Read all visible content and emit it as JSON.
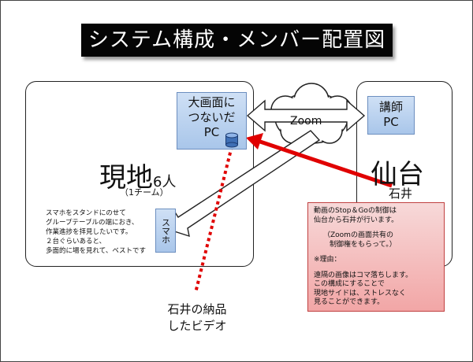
{
  "title": "システム構成・メンバー配置図",
  "genchi": {
    "name": "現地",
    "count": "6人",
    "team": "（1チーム）",
    "pc_lines": [
      "大画面に",
      "つないだ",
      "PC"
    ],
    "smartphone": "スマホ",
    "note_lines": [
      "スマホをスタンドにのせて",
      "グループテーブルの端におき、",
      "作業進捗を拝見したいです。",
      "２台ぐらいあると、",
      "多面的に場を見れて、ベストです"
    ]
  },
  "sendai": {
    "name": "仙台",
    "pc_lines": [
      "講師",
      "PC"
    ],
    "person": "石井"
  },
  "zoom_label": "Zoom",
  "control_note": {
    "line1": "動画のStop＆Goの制御は",
    "line2": "仙台から石井が行います。",
    "line3": "（Zoomの画面共有の",
    "line4": "制御権をもらって。）",
    "line5": "※理由：",
    "line6": "遠隔の画像はコマ落ちします。",
    "line7": "この構成にすることで",
    "line8": "現地サイドは、ストレスなく",
    "line9": "見ることができます。"
  },
  "video_label_lines": [
    "石井の納品",
    "したビデオ"
  ],
  "colors": {
    "accent_red": "#e00000",
    "box_blue": "#a9c6ea",
    "note_pink": "#f2a6a6"
  },
  "icons": {
    "database": "database-icon"
  }
}
